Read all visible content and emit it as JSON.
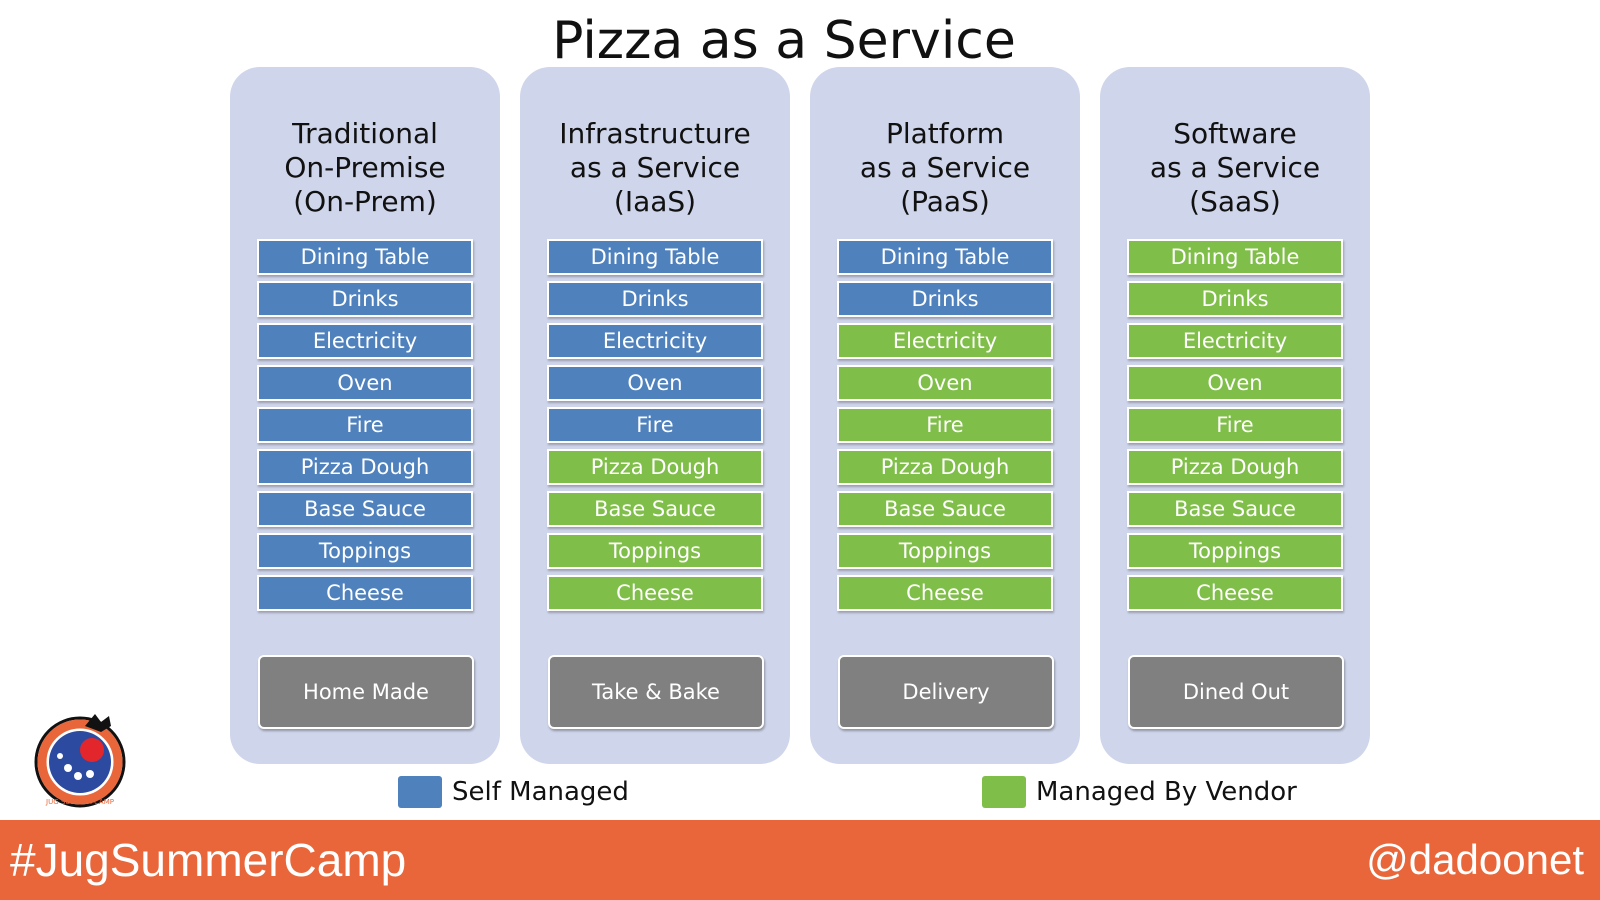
{
  "title": "Pizza as a Service",
  "colors": {
    "self_managed": "#4f81bd",
    "vendor_managed": "#80be4a",
    "mode": "#808080",
    "column_bg": "#cfd5ea",
    "footer": "#e8663a"
  },
  "columns": [
    {
      "title": "Traditional\nOn-Premise\n(On-Prem)",
      "layers": [
        {
          "label": "Dining Table",
          "managed": "self"
        },
        {
          "label": "Drinks",
          "managed": "self"
        },
        {
          "label": "Electricity",
          "managed": "self"
        },
        {
          "label": "Oven",
          "managed": "self"
        },
        {
          "label": "Fire",
          "managed": "self"
        },
        {
          "label": "Pizza Dough",
          "managed": "self"
        },
        {
          "label": "Base Sauce",
          "managed": "self"
        },
        {
          "label": "Toppings",
          "managed": "self"
        },
        {
          "label": "Cheese",
          "managed": "self"
        }
      ],
      "mode": "Home Made"
    },
    {
      "title": "Infrastructure\nas a Service\n(IaaS)",
      "layers": [
        {
          "label": "Dining Table",
          "managed": "self"
        },
        {
          "label": "Drinks",
          "managed": "self"
        },
        {
          "label": "Electricity",
          "managed": "self"
        },
        {
          "label": "Oven",
          "managed": "self"
        },
        {
          "label": "Fire",
          "managed": "self"
        },
        {
          "label": "Pizza Dough",
          "managed": "vendor"
        },
        {
          "label": "Base Sauce",
          "managed": "vendor"
        },
        {
          "label": "Toppings",
          "managed": "vendor"
        },
        {
          "label": "Cheese",
          "managed": "vendor"
        }
      ],
      "mode": "Take & Bake"
    },
    {
      "title": "Platform\nas a Service\n(PaaS)",
      "layers": [
        {
          "label": "Dining Table",
          "managed": "self"
        },
        {
          "label": "Drinks",
          "managed": "self"
        },
        {
          "label": "Electricity",
          "managed": "vendor"
        },
        {
          "label": "Oven",
          "managed": "vendor"
        },
        {
          "label": "Fire",
          "managed": "vendor"
        },
        {
          "label": "Pizza Dough",
          "managed": "vendor"
        },
        {
          "label": "Base Sauce",
          "managed": "vendor"
        },
        {
          "label": "Toppings",
          "managed": "vendor"
        },
        {
          "label": "Cheese",
          "managed": "vendor"
        }
      ],
      "mode": "Delivery"
    },
    {
      "title": "Software\nas a Service\n(SaaS)",
      "layers": [
        {
          "label": "Dining Table",
          "managed": "vendor"
        },
        {
          "label": "Drinks",
          "managed": "vendor"
        },
        {
          "label": "Electricity",
          "managed": "vendor"
        },
        {
          "label": "Oven",
          "managed": "vendor"
        },
        {
          "label": "Fire",
          "managed": "vendor"
        },
        {
          "label": "Pizza Dough",
          "managed": "vendor"
        },
        {
          "label": "Base Sauce",
          "managed": "vendor"
        },
        {
          "label": "Toppings",
          "managed": "vendor"
        },
        {
          "label": "Cheese",
          "managed": "vendor"
        }
      ],
      "mode": "Dined Out"
    }
  ],
  "legend": {
    "self_managed": "Self Managed",
    "vendor_managed": "Managed By Vendor"
  },
  "footer": {
    "hashtag": "#JugSummerCamp",
    "handle": "@dadoonet"
  },
  "logo": {
    "icon": "jug-summer-camp-logo",
    "text": "JUG SUMMER CAMP"
  }
}
